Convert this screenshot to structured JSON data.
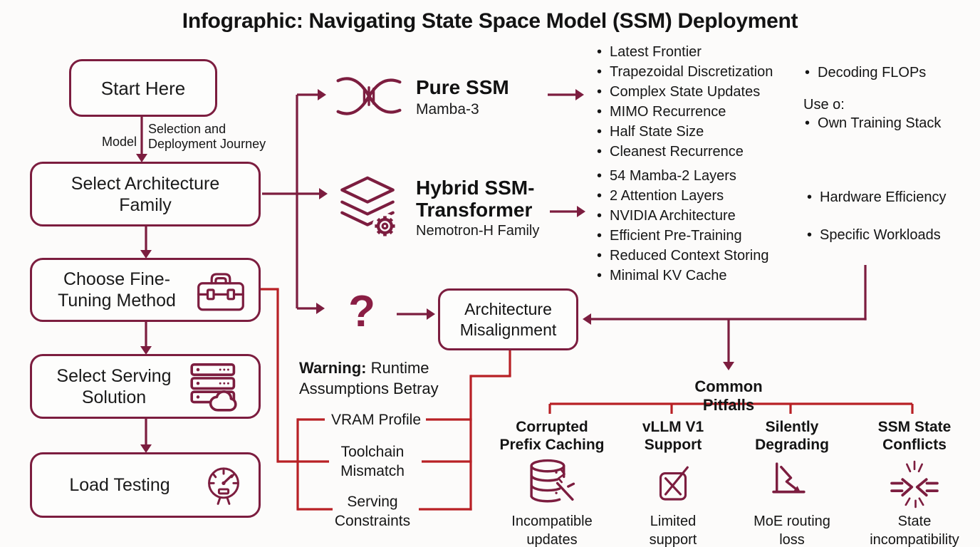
{
  "title": "Infographic: Navigating State Space Model (SSM) Deployment",
  "colors": {
    "maroon": "#7C1D3F",
    "red": "#B82025",
    "ink": "#141414",
    "background": "#FCFBFA"
  },
  "flowchart": {
    "start_label": "Start Here",
    "journey": {
      "left": "Model",
      "right_line1": "Selection and",
      "right_line2": "Deployment Journey"
    },
    "architecture": {
      "line1": "Select Architecture",
      "line2": "Family"
    },
    "fine_tuning": {
      "line1": "Choose Fine-",
      "line2": "Tuning Method"
    },
    "serving": {
      "line1": "Select Serving",
      "line2": "Solution"
    },
    "load_testing": {
      "label": "Load Testing"
    }
  },
  "pure_ssm": {
    "title": "Pure SSM",
    "subtitle": "Mamba-3",
    "bullets": [
      "Latest Frontier",
      "Trapezoidal Discretization",
      "Complex State Updates",
      "MIMO Recurrence",
      "Half State Size",
      "Cleanest Recurrence"
    ],
    "side": {
      "item1": "Decoding FLOPs",
      "heading": "Use o:",
      "item2": "Own Training Stack"
    }
  },
  "hybrid": {
    "title_line1": "Hybrid SSM-",
    "title_line2": "Transformer",
    "subtitle": "Nemotron-H Family",
    "bullets": [
      "54 Mamba-2 Layers",
      "2 Attention Layers",
      "NVIDIA Architecture",
      "Efficient Pre-Training",
      "Reduced Context Storing",
      "Minimal KV Cache"
    ],
    "side": {
      "item1": "Hardware Efficiency",
      "item2": "Specific Workloads"
    }
  },
  "question_mark": "?",
  "misalignment": {
    "line1": "Architecture",
    "line2": "Misalignment"
  },
  "warning": {
    "label": "Warning:",
    "text1": " Runtime",
    "text2": "Assumptions Betray"
  },
  "risks": {
    "vram": "VRAM Profile",
    "toolchain1": "Toolchain",
    "toolchain2": "Mismatch",
    "serving1": "Serving",
    "serving2": "Constraints"
  },
  "pitfalls": {
    "heading": "Common Pitfalls",
    "items": [
      {
        "title1": "Corrupted",
        "title2": "Prefix Caching",
        "caption1": "Incompatible",
        "caption2": "updates"
      },
      {
        "title1": "vLLM V1",
        "title2": "Support",
        "caption1": "Limited",
        "caption2": "support"
      },
      {
        "title1": "Silently",
        "title2": "Degrading",
        "caption1": "MoE routing",
        "caption2": "loss"
      },
      {
        "title1": "SSM State",
        "title2": "Conflicts",
        "caption1": "State",
        "caption2": "incompatibility"
      }
    ]
  }
}
